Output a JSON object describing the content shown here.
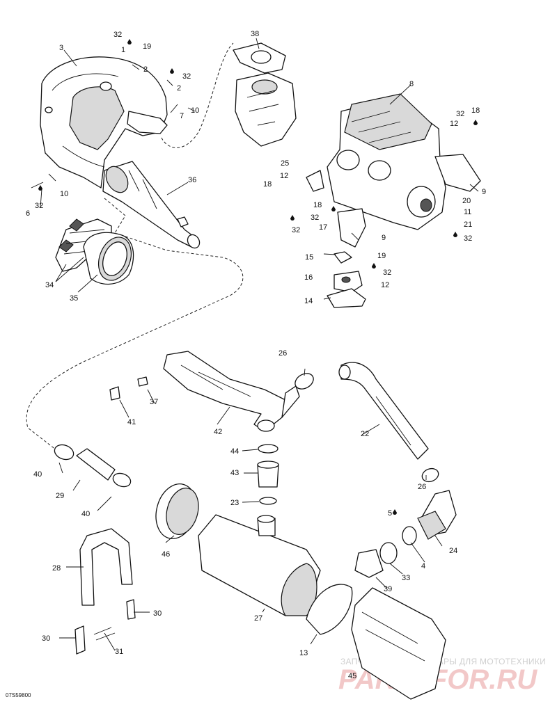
{
  "drawing_code": "07S59800",
  "watermark": {
    "caption": "ЗАПЧАСТИ И АКСЕССУАРЫ ДЛЯ МОТОТЕХНИКИ",
    "logo": "PARTSFOR.RU"
  },
  "callouts": {
    "c1": "1",
    "c2a": "2",
    "c2b": "2",
    "c3": "3",
    "c4": "4",
    "c5": "5",
    "c6": "6",
    "c7": "7",
    "c8": "8",
    "c9a": "9",
    "c9b": "9",
    "c10a": "10",
    "c10b": "10",
    "c11": "11",
    "c12a": "12",
    "c12b": "12",
    "c12c": "12",
    "c13": "13",
    "c14": "14",
    "c15": "15",
    "c16": "16",
    "c17": "17",
    "c18a": "18",
    "c18b": "18",
    "c18c": "18",
    "c19a": "19",
    "c19b": "19",
    "c20": "20",
    "c21": "21",
    "c22": "22",
    "c23": "23",
    "c24": "24",
    "c25": "25",
    "c26a": "26",
    "c26b": "26",
    "c27": "27",
    "c28": "28",
    "c29": "29",
    "c30a": "30",
    "c30b": "30",
    "c31": "31",
    "c32a": "32",
    "c32b": "32",
    "c32c": "32",
    "c32d": "32",
    "c32e": "32",
    "c32f": "32",
    "c32g": "32",
    "c33": "33",
    "c34": "34",
    "c35": "35",
    "c36": "36",
    "c37": "37",
    "c38": "38",
    "c39": "39",
    "c40a": "40",
    "c40b": "40",
    "c41": "41",
    "c42": "42",
    "c43": "43",
    "c44": "44",
    "c45": "45",
    "c46": "46"
  }
}
